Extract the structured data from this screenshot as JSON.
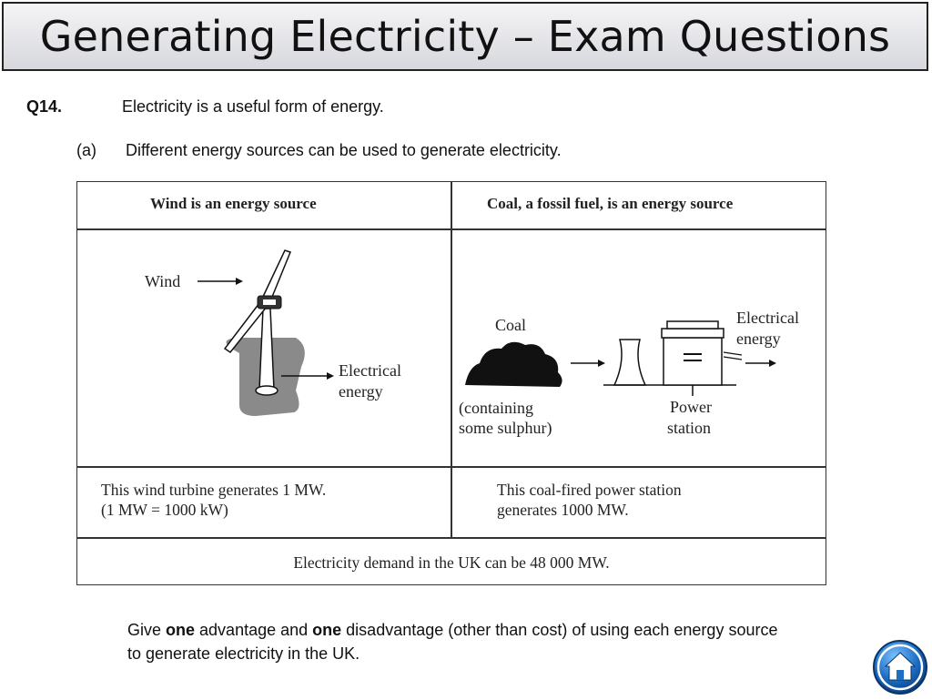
{
  "slide": {
    "title": "Generating Electricity – Exam Questions"
  },
  "question": {
    "number": "Q14.",
    "intro": "Electricity is a useful form of energy.",
    "part_label": "(a)",
    "part_text": "Different energy sources can be used to generate electricity."
  },
  "table": {
    "wind_header": "Wind is an energy source",
    "coal_header": "Coal, a fossil fuel, is an energy source",
    "wind_figure": {
      "wind_label": "Wind",
      "electrical_label_line1": "Electrical",
      "electrical_label_line2": "energy"
    },
    "coal_figure": {
      "coal_label": "Coal",
      "containing_line1": "(containing",
      "containing_line2": "some sulphur)",
      "electrical_line1": "Electrical",
      "electrical_line2": "energy",
      "power_line1": "Power",
      "power_line2": "station"
    },
    "wind_info_line1": "This wind turbine generates 1 MW.",
    "wind_info_line2": "(1 MW = 1000 kW)",
    "coal_info_line1": "This coal-fired power station",
    "coal_info_line2": "generates 1000 MW.",
    "demand": "Electricity demand in the UK can be 48 000 MW."
  },
  "prompt": {
    "part1": "Give ",
    "bold1": "one",
    "part2": " advantage and ",
    "bold2": "one",
    "part3": " disadvantage (other than cost) of using each energy source",
    "line2": "to generate electricity in the UK."
  },
  "icons": {
    "home": "home-icon"
  },
  "colors": {
    "home_button": "#1e6fc4",
    "ground": "#8c8c8c"
  }
}
